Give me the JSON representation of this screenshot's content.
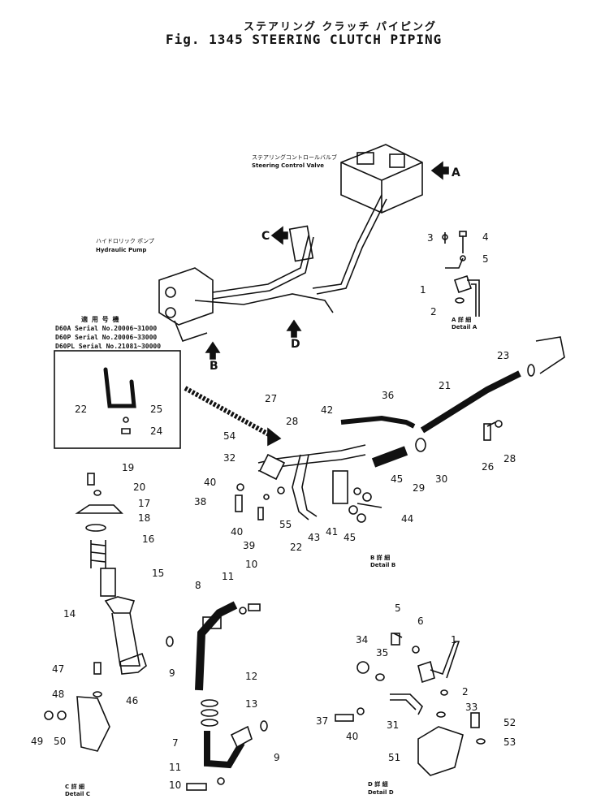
{
  "title": {
    "jp": "ステアリング クラッチ パイピング",
    "en": "Fig. 1345   STEERING  CLUTCH  PIPING"
  },
  "components": {
    "steering_valve_jp": "ステアリングコントロールバルブ",
    "steering_valve_en": "Steering Control Valve",
    "hydraulic_pump_jp": "ハイドロリック ポンプ",
    "hydraulic_pump_en": "Hydraulic Pump"
  },
  "view_arrows": [
    "A",
    "B",
    "C",
    "D"
  ],
  "serials": {
    "header": "適 用 号 機",
    "rows": [
      "D60A  Serial No.20006~31000",
      "D60P  Serial No.20006~33000",
      "D60PL Serial No.21081~30000"
    ]
  },
  "details": {
    "a": {
      "jp": "A 詳 細",
      "en": "Detail A"
    },
    "b": {
      "jp": "B 詳 細",
      "en": "Detail B"
    },
    "c": {
      "jp": "C 詳 細",
      "en": "Detail C"
    },
    "d": {
      "jp": "D 詳 細",
      "en": "Detail D"
    }
  },
  "part_numbers": {
    "a": [
      "1",
      "2",
      "3",
      "4",
      "5"
    ],
    "inset": [
      "22",
      "25",
      "24"
    ],
    "b": [
      "27",
      "28",
      "42",
      "36",
      "21",
      "23",
      "26",
      "28",
      "54",
      "32",
      "30",
      "29",
      "45",
      "40",
      "38",
      "55",
      "44",
      "40",
      "39",
      "43",
      "41",
      "45",
      "22"
    ],
    "c": [
      "19",
      "20",
      "17",
      "18",
      "16",
      "15",
      "14",
      "47",
      "48",
      "46",
      "49",
      "50"
    ],
    "main": [
      "8",
      "11",
      "10",
      "9",
      "12",
      "13",
      "7",
      "9",
      "11",
      "10"
    ],
    "d": [
      "5",
      "6",
      "34",
      "35",
      "1",
      "2",
      "33",
      "52",
      "37",
      "31",
      "40",
      "53",
      "51"
    ]
  }
}
